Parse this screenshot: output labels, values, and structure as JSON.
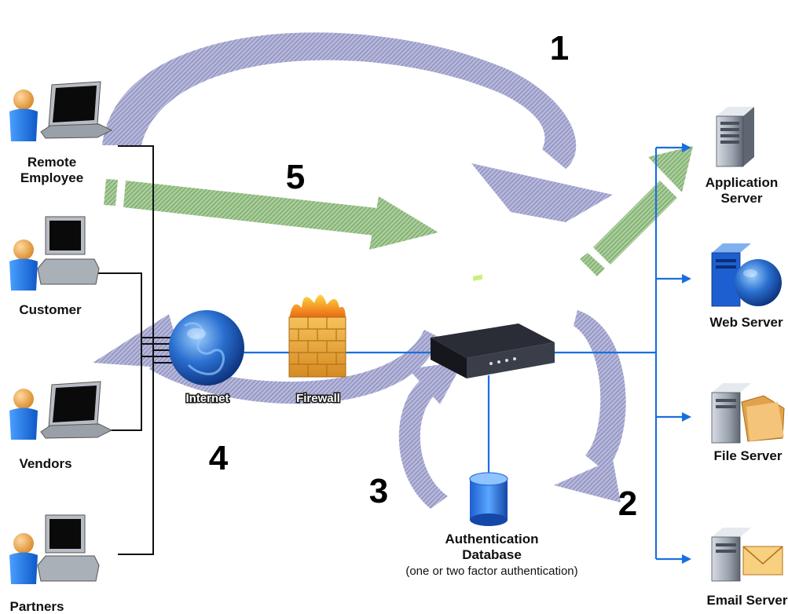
{
  "users": [
    {
      "label_line1": "Remote",
      "label_line2": "Employee",
      "device": "laptop"
    },
    {
      "label_line1": "Customer",
      "label_line2": "",
      "device": "desktop"
    },
    {
      "label_line1": "Vendors",
      "label_line2": "",
      "device": "laptop"
    },
    {
      "label_line1": "Partners",
      "label_line2": "",
      "device": "desktop"
    }
  ],
  "network": {
    "internet_label": "Internet",
    "firewall_label": "Firewall",
    "auth_db_line1": "Authentication",
    "auth_db_line2": "Database",
    "auth_db_note": "(one or two factor authentication)"
  },
  "servers": [
    {
      "label_line1": "Application",
      "label_line2": "Server",
      "icon": "application-server"
    },
    {
      "label_line1": "Web Server",
      "label_line2": "",
      "icon": "web-server"
    },
    {
      "label_line1": "File Server",
      "label_line2": "",
      "icon": "file-server"
    },
    {
      "label_line1": "Email Server",
      "label_line2": "",
      "icon": "email-server"
    }
  ],
  "steps": [
    "1",
    "2",
    "3",
    "4",
    "5"
  ],
  "colors": {
    "flow_arrow": "#9a9cc6",
    "access_arrow": "#7fae70",
    "network_line": "#1a6fe0",
    "globe": "#2a6fd0",
    "firewall": "#e8a63a"
  }
}
